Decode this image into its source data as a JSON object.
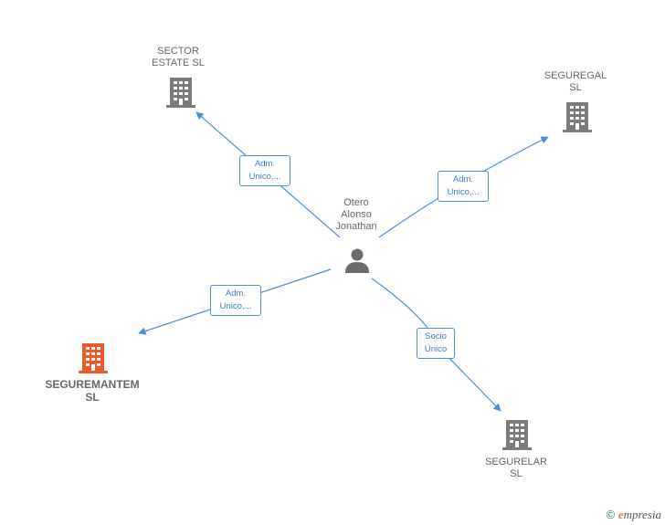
{
  "center_person": {
    "label": "Otero\nAlonso\nJonathan",
    "icon": "person-icon"
  },
  "companies": [
    {
      "id": "sector-estate",
      "label": "SECTOR\nESTATE  SL",
      "highlight": false,
      "icon": "building-icon"
    },
    {
      "id": "seguregal",
      "label": "SEGUREGAL\nSL",
      "highlight": false,
      "icon": "building-icon"
    },
    {
      "id": "seguremantem",
      "label": "SEGUREMANTEM\nSL",
      "highlight": true,
      "icon": "building-icon"
    },
    {
      "id": "segurelar",
      "label": "SEGURELAR\nSL",
      "highlight": false,
      "icon": "building-icon"
    }
  ],
  "relations": [
    {
      "target": "sector-estate",
      "label": "Adm.\nUnico,..."
    },
    {
      "target": "seguregal",
      "label": "Adm.\nUnico,..."
    },
    {
      "target": "seguremantem",
      "label": "Adm.\nUnico,..."
    },
    {
      "target": "segurelar",
      "label": "Socio\nÚnico"
    }
  ],
  "colors": {
    "edge": "#4a8fd8",
    "building": "#7a7a7a",
    "building_highlight": "#ee5a2a",
    "person": "#6b6b6b"
  },
  "footer": {
    "copyright_symbol": "©",
    "brand_first": "e",
    "brand_rest": "mpresia"
  }
}
